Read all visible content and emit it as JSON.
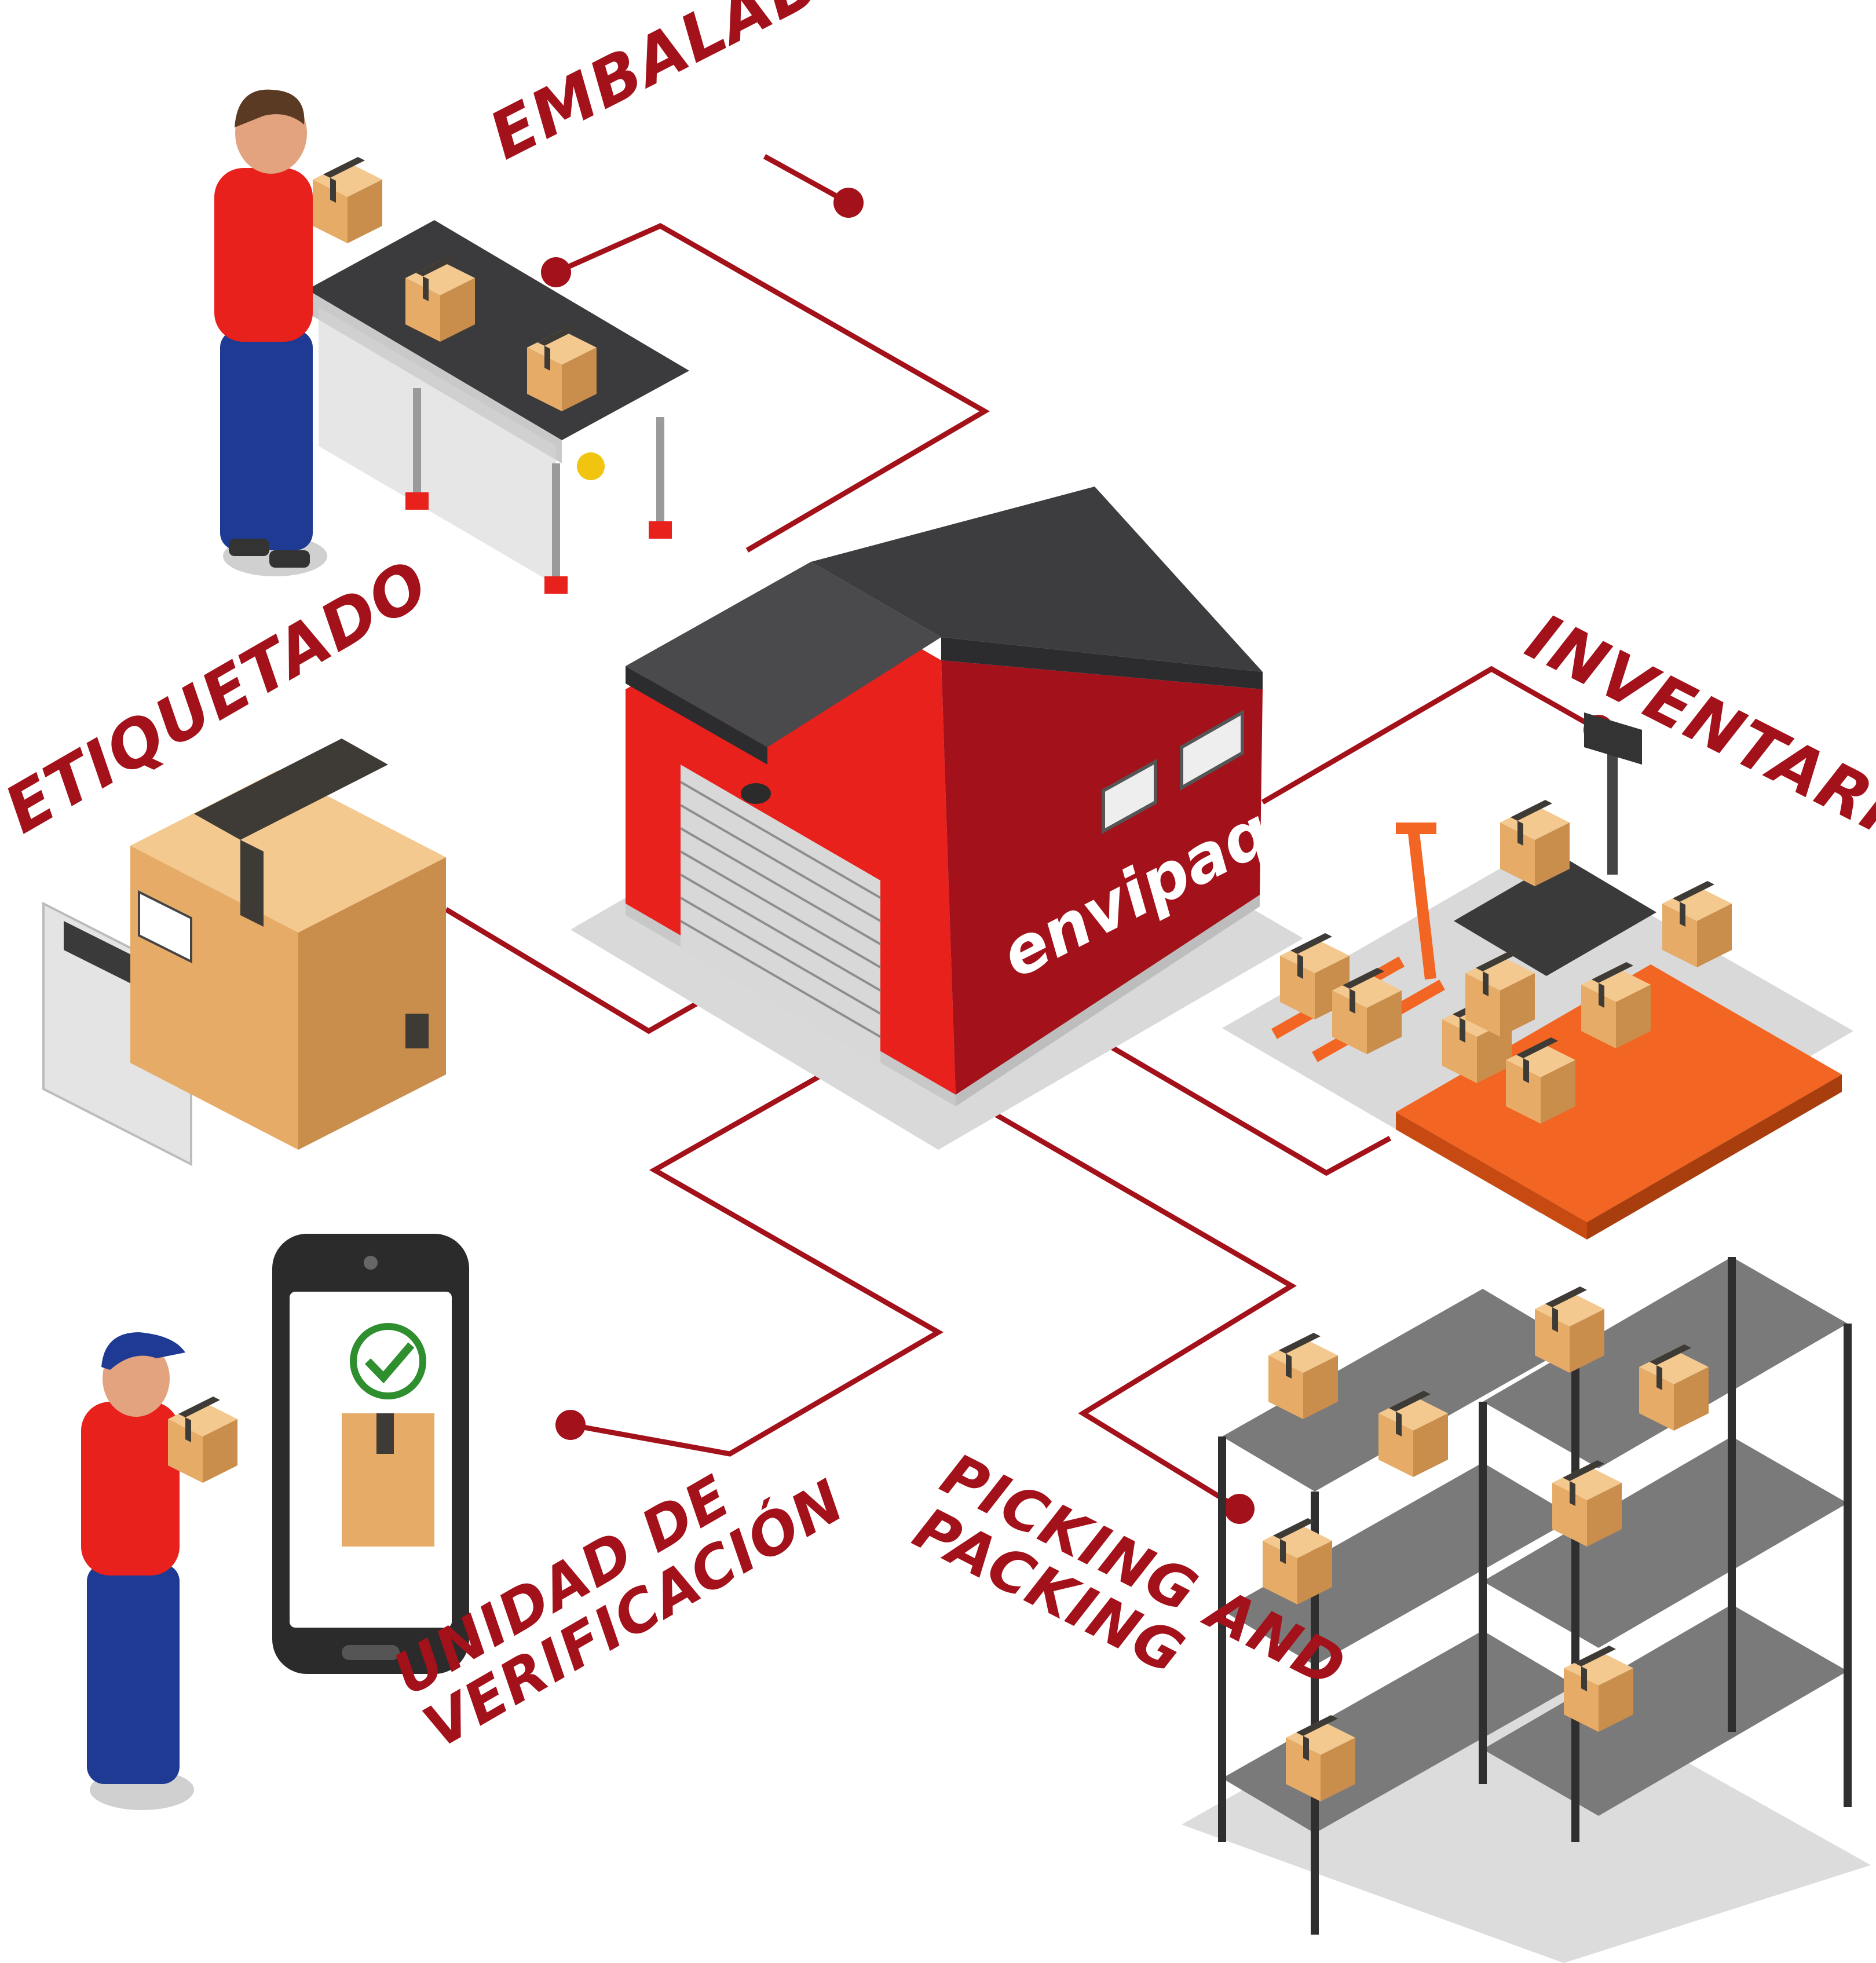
{
  "brand": {
    "logo_text": "envipaq",
    "red": "#e8211c",
    "dark_red": "#a3111a",
    "roof": "#3d3d3f",
    "cardboard": "#e6ab66",
    "tape": "#3e3a36"
  },
  "labels": {
    "embalado": "EMBALADO",
    "etiquetado": "ETIQUETADO",
    "inventarios": "INVENTARIOS",
    "picking_line1": "PICKING AND",
    "picking_line2": "PACKING",
    "unidad_line1": "UNIDAD DE",
    "unidad_line2": "VERIFICACIÓN"
  },
  "icons": [
    "warehouse-icon",
    "worker-icon",
    "conveyor-belt-icon",
    "cardboard-box-icon",
    "label-sheet-icon",
    "pallet-jack-icon",
    "scale-icon",
    "pallet-icon",
    "shelving-rack-icon",
    "tablet-icon",
    "checkmark-icon"
  ]
}
